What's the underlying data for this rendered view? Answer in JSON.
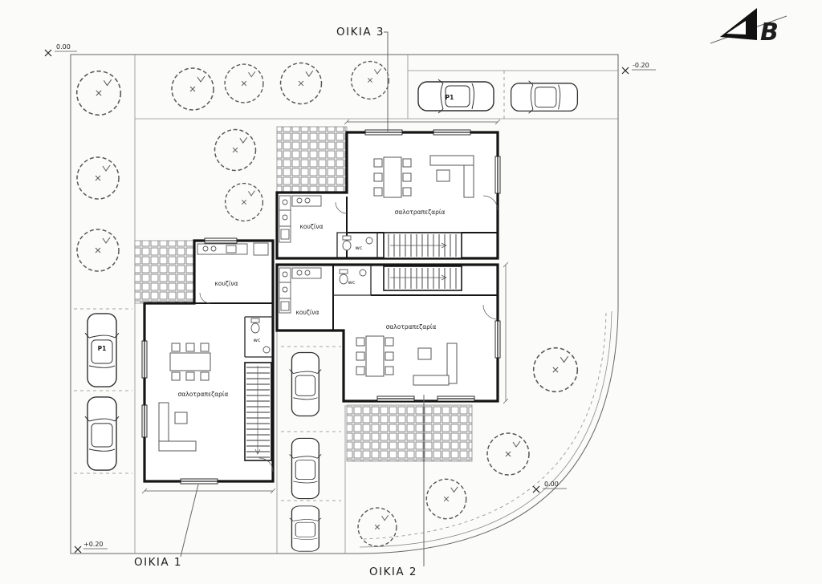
{
  "drawing": {
    "north_label": "B",
    "house_labels": {
      "oikia1": "ΟΙΚΙΑ 1",
      "oikia2": "ΟΙΚΙΑ 2",
      "oikia3": "ΟΙΚΙΑ 3"
    },
    "room_labels": {
      "kitchen": "κουζίνα",
      "living_dining": "σαλοτραπεζαρία",
      "wc": "wc"
    },
    "level_markers": {
      "top_left": "0.00",
      "top_right": "-0.20",
      "mid_right": "0.00",
      "bottom_left": "+0.20"
    },
    "parking_label": "P1"
  }
}
